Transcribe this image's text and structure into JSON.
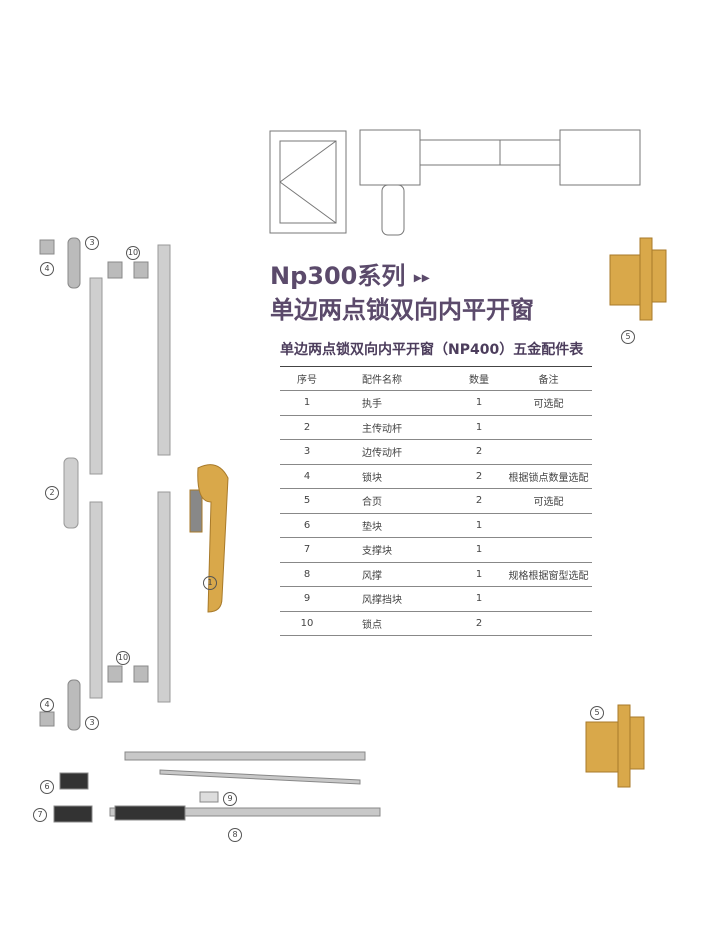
{
  "title": {
    "series": "Np300系列",
    "arrow": "▸▸",
    "name": "单边两点锁双向内平开窗"
  },
  "table": {
    "caption": "单边两点锁双向内平开窗（NP400）五金配件表",
    "headers": [
      "序号",
      "配件名称",
      "数量",
      "备注"
    ],
    "rows": [
      [
        "1",
        "执手",
        "1",
        "可选配"
      ],
      [
        "2",
        "主传动杆",
        "1",
        ""
      ],
      [
        "3",
        "边传动杆",
        "2",
        ""
      ],
      [
        "4",
        "锁块",
        "2",
        "根据锁点数量选配"
      ],
      [
        "5",
        "合页",
        "2",
        "可选配"
      ],
      [
        "6",
        "垫块",
        "1",
        ""
      ],
      [
        "7",
        "支撑块",
        "1",
        ""
      ],
      [
        "8",
        "风撑",
        "1",
        "规格根据窗型选配"
      ],
      [
        "9",
        "风撑挡块",
        "1",
        ""
      ],
      [
        "10",
        "锁点",
        "2",
        ""
      ]
    ]
  },
  "callouts": {
    "c1": "1",
    "c2": "2",
    "c3a": "3",
    "c3b": "3",
    "c4a": "4",
    "c4b": "4",
    "c5a": "5",
    "c5b": "5",
    "c6": "6",
    "c7": "7",
    "c8": "8",
    "c9": "9",
    "c10a": "10",
    "c10b": "10"
  },
  "colors": {
    "title": "#5b4a6b",
    "gold": "#d9a84a",
    "steel": "#c8c8c8"
  }
}
